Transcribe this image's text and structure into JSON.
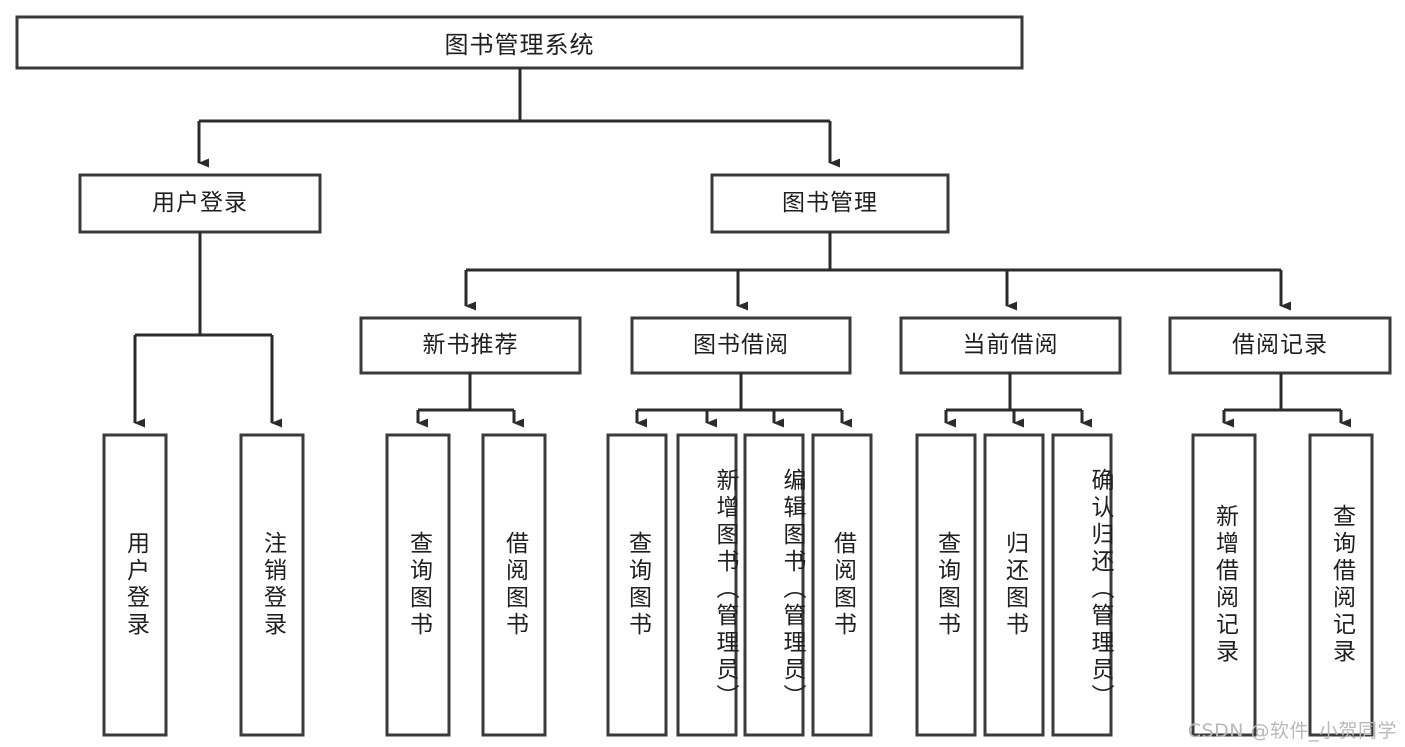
{
  "diagram": {
    "type": "tree",
    "title": "图书管理系统",
    "root": {
      "id": "root",
      "label": "图书管理系统"
    },
    "level2": [
      {
        "id": "user-login",
        "label": "用户登录"
      },
      {
        "id": "book-manage",
        "label": "图书管理"
      }
    ],
    "level3": [
      {
        "id": "new-book-rec",
        "label": "新书推荐",
        "parent": "book-manage"
      },
      {
        "id": "book-borrow",
        "label": "图书借阅",
        "parent": "book-manage"
      },
      {
        "id": "current-borrow",
        "label": "当前借阅",
        "parent": "book-manage"
      },
      {
        "id": "borrow-record",
        "label": "借阅记录",
        "parent": "book-manage"
      }
    ],
    "leaves": [
      {
        "id": "leaf-user-login",
        "label": "用户登录",
        "parent": "user-login"
      },
      {
        "id": "leaf-user-logout",
        "label": "注销登录",
        "parent": "user-login"
      },
      {
        "id": "leaf-query-book-1",
        "label": "查询图书",
        "parent": "new-book-rec"
      },
      {
        "id": "leaf-borrow-book-1",
        "label": "借阅图书",
        "parent": "new-book-rec"
      },
      {
        "id": "leaf-query-book-2",
        "label": "查询图书",
        "parent": "book-borrow"
      },
      {
        "id": "leaf-add-book",
        "label": "新增图书（管理员）",
        "parent": "book-borrow"
      },
      {
        "id": "leaf-edit-book",
        "label": "编辑图书（管理员）",
        "parent": "book-borrow"
      },
      {
        "id": "leaf-borrow-book-2",
        "label": "借阅图书",
        "parent": "book-borrow"
      },
      {
        "id": "leaf-query-book-3",
        "label": "查询图书",
        "parent": "current-borrow"
      },
      {
        "id": "leaf-return-book",
        "label": "归还图书",
        "parent": "current-borrow"
      },
      {
        "id": "leaf-confirm-return",
        "label": "确认归还（管理员）",
        "parent": "current-borrow"
      },
      {
        "id": "leaf-add-record",
        "label": "新增借阅记录",
        "parent": "borrow-record"
      },
      {
        "id": "leaf-query-record",
        "label": "查询借阅记录",
        "parent": "borrow-record"
      }
    ]
  },
  "watermark": {
    "text": "CSDN @软件_小贺同学"
  },
  "colors": {
    "box_border": "#3a3a3a",
    "connector": "#2b2b2b",
    "box_fill": "#ffffff",
    "text": "#1f1f1f",
    "watermark": "#b9b9b9",
    "background": "#ffffff"
  }
}
